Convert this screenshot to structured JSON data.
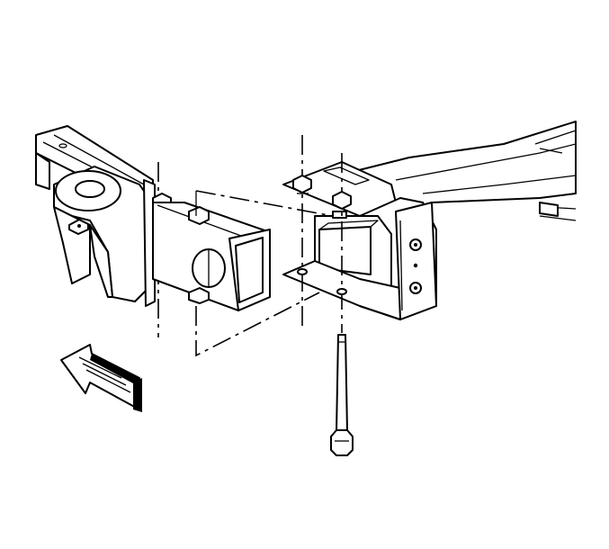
{
  "diagram": {
    "parts": [
      {
        "id": "frame-rail-left",
        "kind": "frame rail"
      },
      {
        "id": "rear-crossmember",
        "kind": "crossmember bracket"
      },
      {
        "id": "hitch-receiver-tube",
        "kind": "receiver tube"
      },
      {
        "id": "receiver-mount-bracket",
        "kind": "mounting bracket"
      },
      {
        "id": "frame-rail-right",
        "kind": "frame rail"
      },
      {
        "id": "hitch-bolt",
        "kind": "bolt"
      }
    ],
    "direction_arrow": {
      "icon": "forward-direction-arrow-icon"
    }
  }
}
